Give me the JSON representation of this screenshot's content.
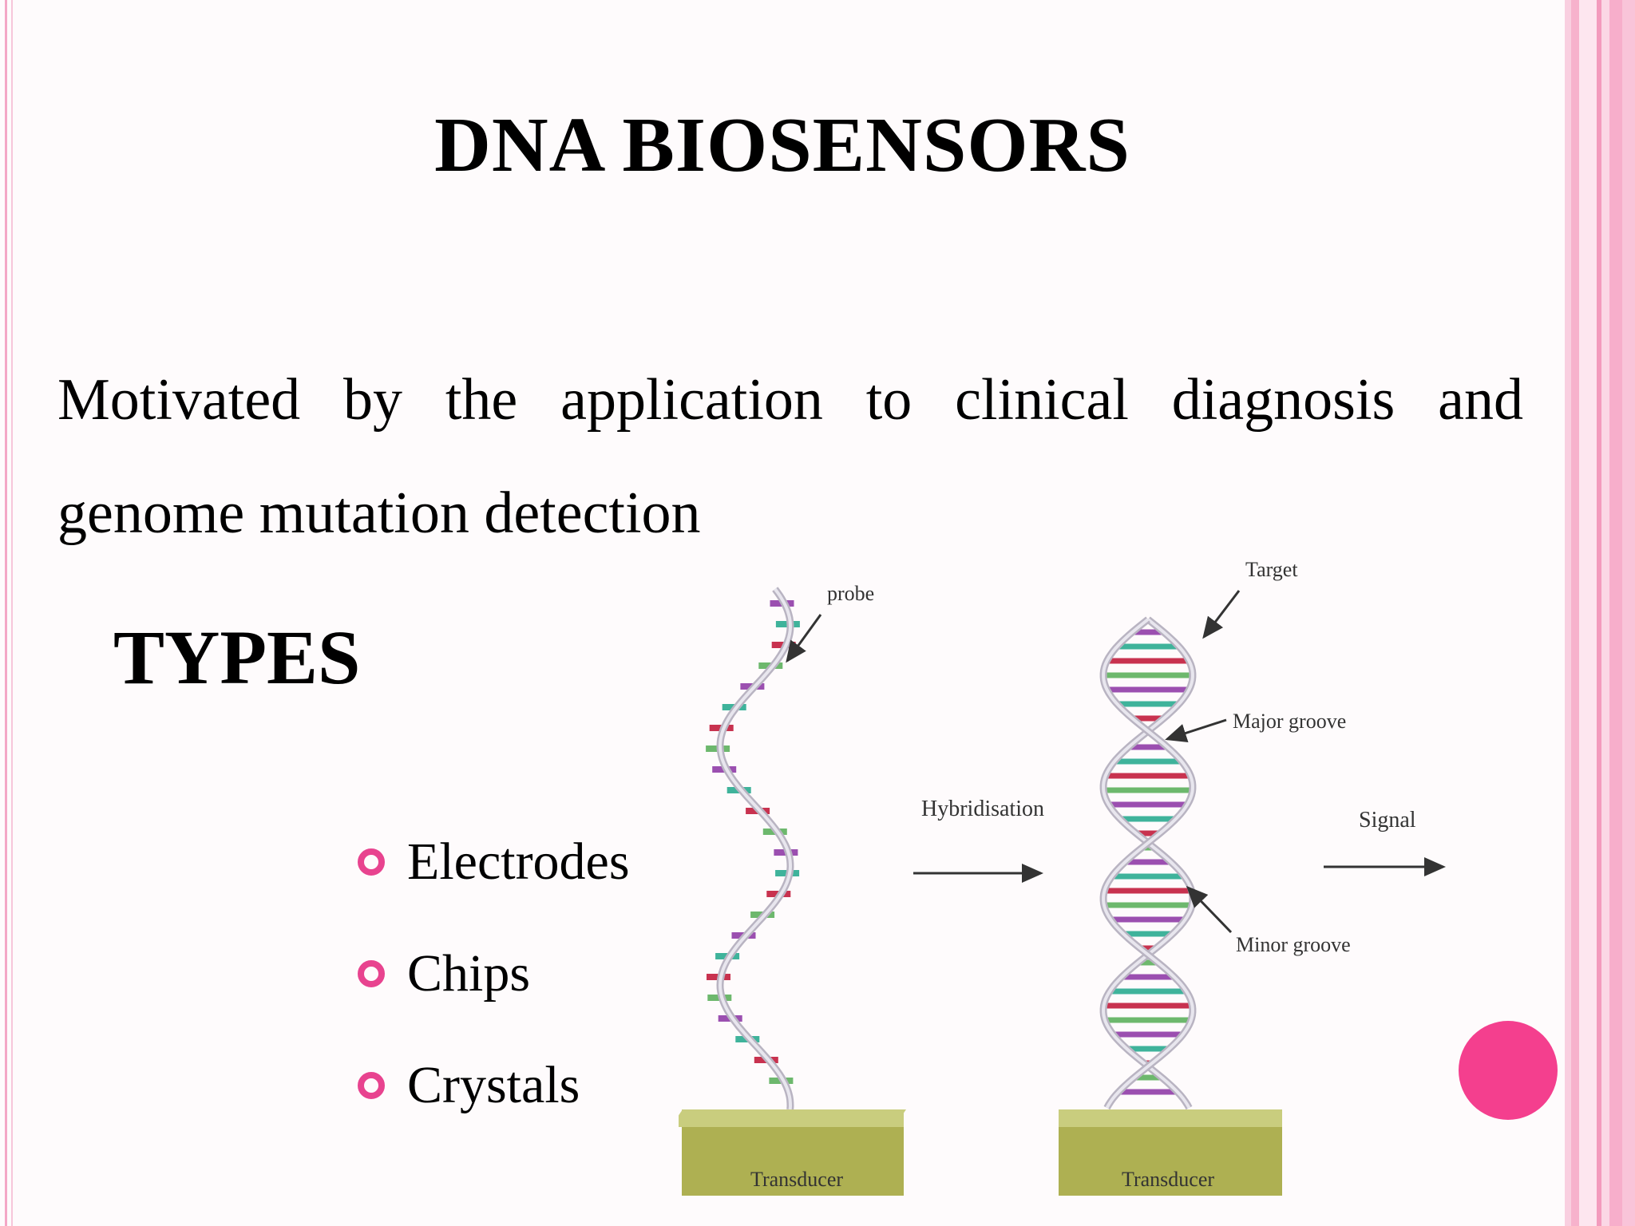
{
  "slide": {
    "title": "DNA BIOSENSORS",
    "intro": "Motivated by the application to clinical diagnosis and genome mutation detection",
    "section_heading": "TYPES",
    "bullets": [
      "Electrodes",
      "Chips",
      "Crystals"
    ]
  },
  "diagram": {
    "labels": {
      "probe": "probe",
      "target": "Target",
      "major_groove": "Major groove",
      "minor_groove": "Minor groove",
      "hybridisation": "Hybridisation",
      "signal": "Signal",
      "transducer_left": "Transducer",
      "transducer_right": "Transducer"
    }
  },
  "colors": {
    "accent": "#f43f8e",
    "bullet": "#e8438f",
    "border_pink": "#f6a9c8",
    "base_colors": [
      "#9b4fb0",
      "#3fb39b",
      "#c8324f",
      "#6db86d"
    ],
    "transducer_top": "#c9cd7e",
    "transducer_front": "#aeb052"
  }
}
